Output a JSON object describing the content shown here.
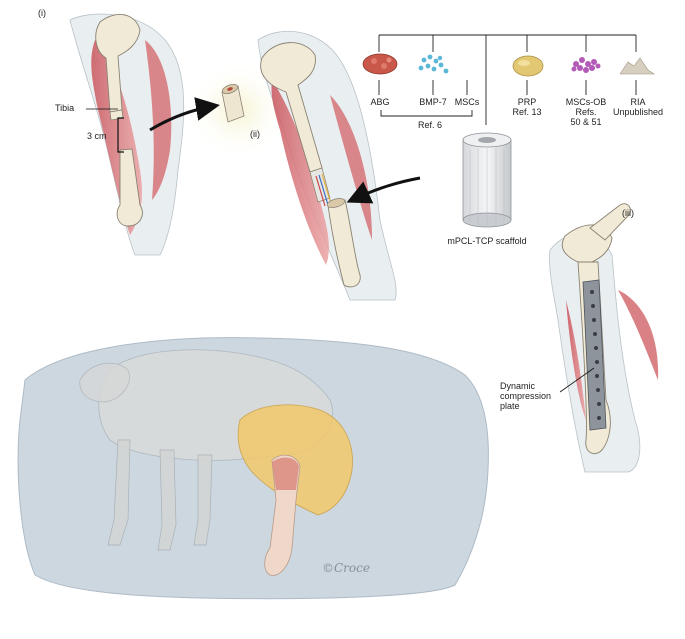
{
  "panels": {
    "i": "(i)",
    "ii": "(ii)",
    "iii": "(iii)"
  },
  "labels": {
    "tibia": "Tibia",
    "length": "3 cm",
    "scaffold": "mPCL-TCP scaffold",
    "plate_line1": "Dynamic",
    "plate_line2": "compression",
    "plate_line3": "plate"
  },
  "options": [
    {
      "name": "ABG",
      "ref": "",
      "color": "#c9584a"
    },
    {
      "name": "BMP-7",
      "ref": "",
      "color": "#5bb7d6"
    },
    {
      "name": "MSCs",
      "ref": "",
      "color": ""
    },
    {
      "name": "PRP",
      "ref": "Ref. 13",
      "color": "#e3c873"
    },
    {
      "name": "MSCs-OB",
      "ref": "Refs.",
      "ref2": "50 & 51",
      "color": "#b35ab8"
    },
    {
      "name": "RIA",
      "ref": "Unpublished",
      "color": "#cfc6b8"
    }
  ],
  "group_ref": "Ref. 6",
  "signature": "©Croce",
  "colors": {
    "bone": "#efe8d4",
    "bone_stroke": "#8a8272",
    "muscle": "#d9767a",
    "skin": "#e6ecef",
    "drape": "#b7c6d2",
    "yellow_drape": "#f2c96b",
    "arrow": "#111111"
  }
}
